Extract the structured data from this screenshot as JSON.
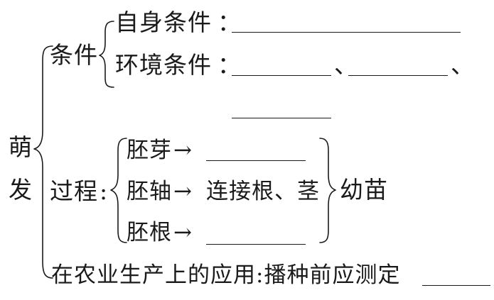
{
  "root": {
    "char1": "萌",
    "char2": "发"
  },
  "conditions": {
    "label": "条件",
    "internal_label": "自身条件",
    "external_label": "环境条件",
    "colon": "：",
    "separator": "、"
  },
  "process": {
    "label": "过程",
    "colon": ":",
    "plumule": "胚芽",
    "hypocotyl": "胚轴",
    "hypocotyl_result": "连接根、茎",
    "radicle": "胚根",
    "arrow": "→",
    "result": "幼苗"
  },
  "application": {
    "text": "在农业生产上的应用:播种前应测定"
  }
}
